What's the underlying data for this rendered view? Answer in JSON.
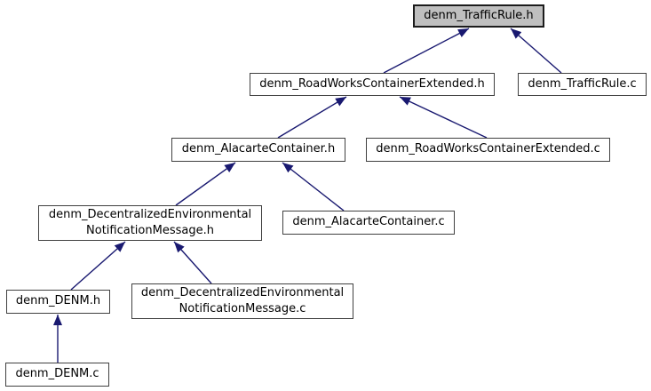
{
  "diagram": {
    "kind": "include-dependency-graph",
    "colors": {
      "background": "#ffffff",
      "arrow": "#191970",
      "node_border": "#404040",
      "node_fill": "#ffffff",
      "current_node_fill": "#bfbfbf",
      "text": "#000000"
    },
    "nodes": [
      {
        "id": "denm_TrafficRule.h",
        "label": "denm_TrafficRule.h",
        "current": true
      },
      {
        "id": "denm_RoadWorksContainerExtended.h",
        "label": "denm_RoadWorksContainerExtended.h",
        "current": false
      },
      {
        "id": "denm_TrafficRule.c",
        "label": "denm_TrafficRule.c",
        "current": false
      },
      {
        "id": "denm_AlacarteContainer.h",
        "label": "denm_AlacarteContainer.h",
        "current": false
      },
      {
        "id": "denm_RoadWorksContainerExtended.c",
        "label": "denm_RoadWorksContainerExtended.c",
        "current": false
      },
      {
        "id": "denm_DecentralizedEnvironmentalNotificationMessage.h",
        "label": "denm_DecentralizedEnvironmental\nNotificationMessage.h",
        "current": false
      },
      {
        "id": "denm_AlacarteContainer.c",
        "label": "denm_AlacarteContainer.c",
        "current": false
      },
      {
        "id": "denm_DENM.h",
        "label": "denm_DENM.h",
        "current": false
      },
      {
        "id": "denm_DecentralizedEnvironmentalNotificationMessage.c",
        "label": "denm_DecentralizedEnvironmental\nNotificationMessage.c",
        "current": false
      },
      {
        "id": "denm_DENM.c",
        "label": "denm_DENM.c",
        "current": false
      }
    ],
    "edges": [
      {
        "from": "denm_RoadWorksContainerExtended.h",
        "to": "denm_TrafficRule.h"
      },
      {
        "from": "denm_TrafficRule.c",
        "to": "denm_TrafficRule.h"
      },
      {
        "from": "denm_AlacarteContainer.h",
        "to": "denm_RoadWorksContainerExtended.h"
      },
      {
        "from": "denm_RoadWorksContainerExtended.c",
        "to": "denm_RoadWorksContainerExtended.h"
      },
      {
        "from": "denm_DecentralizedEnvironmentalNotificationMessage.h",
        "to": "denm_AlacarteContainer.h"
      },
      {
        "from": "denm_AlacarteContainer.c",
        "to": "denm_AlacarteContainer.h"
      },
      {
        "from": "denm_DENM.h",
        "to": "denm_DecentralizedEnvironmentalNotificationMessage.h"
      },
      {
        "from": "denm_DecentralizedEnvironmentalNotificationMessage.c",
        "to": "denm_DecentralizedEnvironmentalNotificationMessage.h"
      },
      {
        "from": "denm_DENM.c",
        "to": "denm_DENM.h"
      }
    ]
  }
}
